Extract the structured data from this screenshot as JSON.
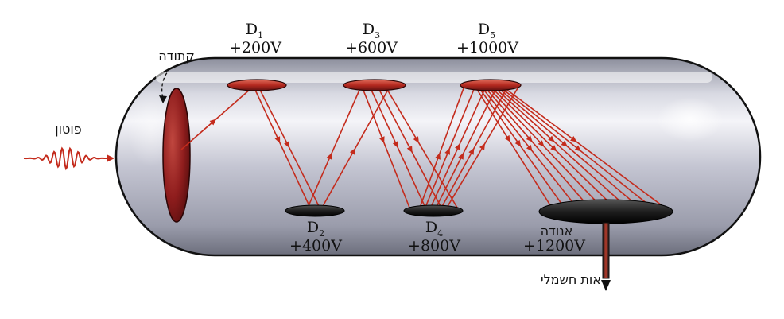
{
  "labels": {
    "photon": "פוטון",
    "cathode": "קתודה",
    "anode_name": "אנודה",
    "signal": "אות חשמלי"
  },
  "dynodes": [
    {
      "letter": "D",
      "index": "1",
      "voltage": "+200V"
    },
    {
      "letter": "D",
      "index": "2",
      "voltage": "+400V"
    },
    {
      "letter": "D",
      "index": "3",
      "voltage": "+600V"
    },
    {
      "letter": "D",
      "index": "4",
      "voltage": "+800V"
    },
    {
      "letter": "D",
      "index": "5",
      "voltage": "+1000V"
    }
  ],
  "anode": {
    "voltage": "+1200V"
  },
  "electron_counts": [
    1,
    2,
    4,
    6,
    10
  ],
  "colors": {
    "electron": "#c42b1c",
    "dynode_top": "#b52a20",
    "dynode_bottom": "#2a2a2a",
    "cathode": "#8f1d1d",
    "tube": "#c9cad6",
    "photon": "#c42b1c"
  },
  "icons": {
    "photon": "sine-wave-packet-icon",
    "arrow": "arrowhead-icon"
  }
}
